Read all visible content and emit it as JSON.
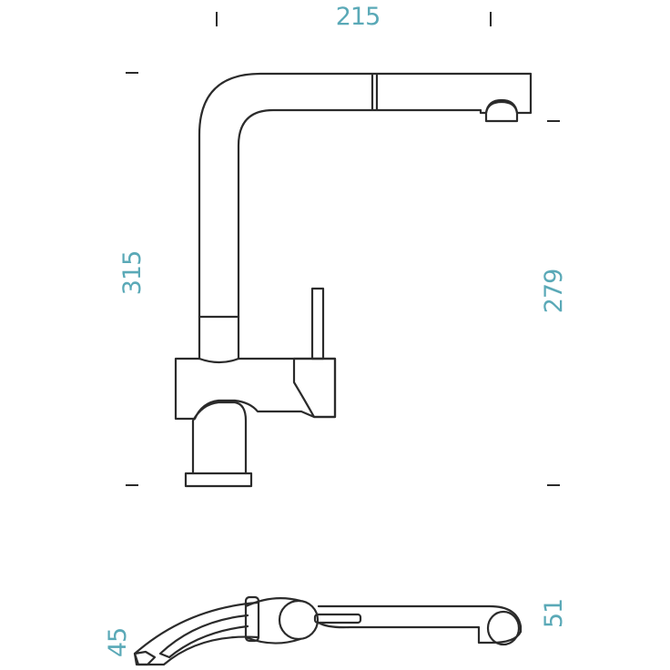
{
  "dimensions": {
    "width": "215",
    "height_total": "315",
    "height_spout": "279",
    "bottom_left": "45",
    "bottom_right": "51"
  },
  "colors": {
    "dimension_text": "#5aa9b7",
    "line": "#2b2b2b",
    "background": "#ffffff"
  }
}
